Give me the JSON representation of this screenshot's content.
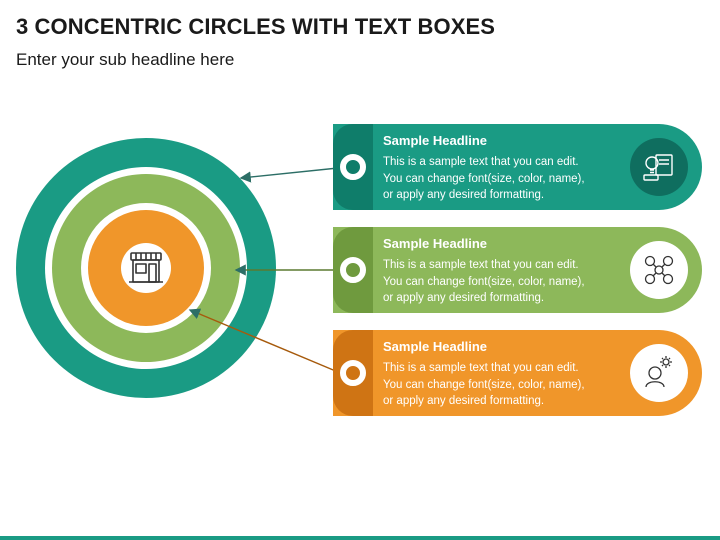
{
  "title": "3 CONCENTRIC CIRCLES WITH TEXT BOXES",
  "subtitle": "Enter your sub headline here",
  "colors": {
    "green_dark": "#1a9b84",
    "green_dark_tab": "#0f7d6a",
    "lime": "#8db85a",
    "lime_tab": "#6f9a3e",
    "orange": "#f0962a",
    "orange_tab": "#cf7414"
  },
  "center_icon": "storefront-icon",
  "cards": [
    {
      "headline": "Sample Headline",
      "line1": "This is a sample text that you can edit.",
      "line2": "You can change font(size, color, name),",
      "line3": "or apply any desired formatting.",
      "icon": "idea-presentation-icon"
    },
    {
      "headline": "Sample Headline",
      "line1": "This is a sample text that you can edit.",
      "line2": "You can change font(size, color, name),",
      "line3": "or apply any desired formatting.",
      "icon": "team-network-icon"
    },
    {
      "headline": "Sample Headline",
      "line1": "This is a sample text that you can edit.",
      "line2": "You can change font(size, color, name),",
      "line3": "or apply any desired formatting.",
      "icon": "person-gear-icon"
    }
  ]
}
